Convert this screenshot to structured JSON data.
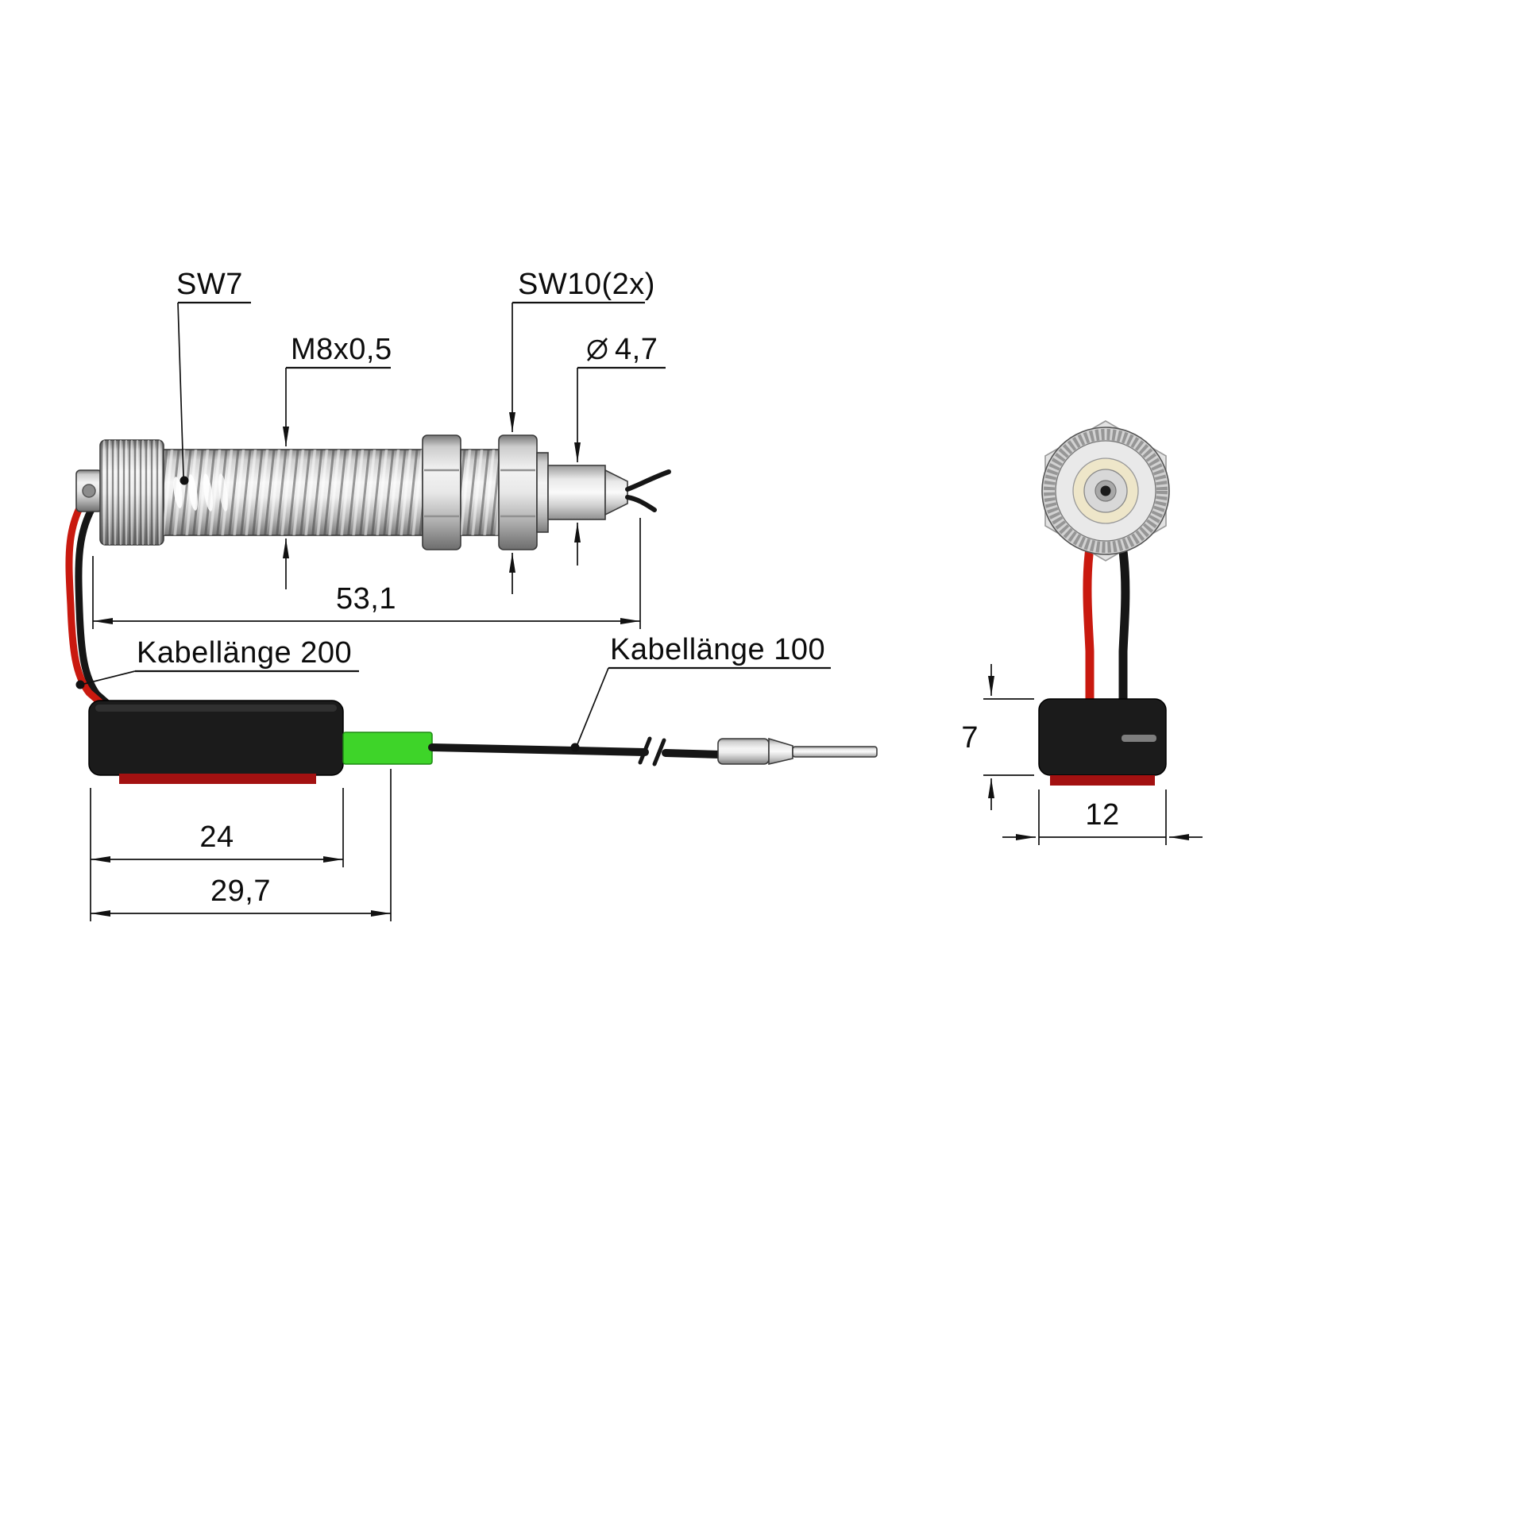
{
  "colors": {
    "line": "#111111",
    "wire_red": "#c9190f",
    "wire_black": "#161616",
    "body_black": "#1b1b1b",
    "adhesive_red": "#a31111",
    "connector_green": "#3ed429",
    "ring_beige": "#eee6c9"
  },
  "sensor_view": {
    "labels": {
      "wrench_size_cap": "SW7",
      "thread_spec": "M8x0,5",
      "wrench_size_nuts": "SW10(2x)",
      "tip_diameter": "4,7",
      "overall_length": "53,1"
    }
  },
  "module_view": {
    "labels": {
      "cable_length_left": "Kabellänge 200",
      "cable_length_right": "Kabellänge 100",
      "body_length": "24",
      "overall_length": "29,7"
    }
  },
  "end_view": {
    "labels": {
      "module_height": "7",
      "module_width": "12"
    }
  }
}
